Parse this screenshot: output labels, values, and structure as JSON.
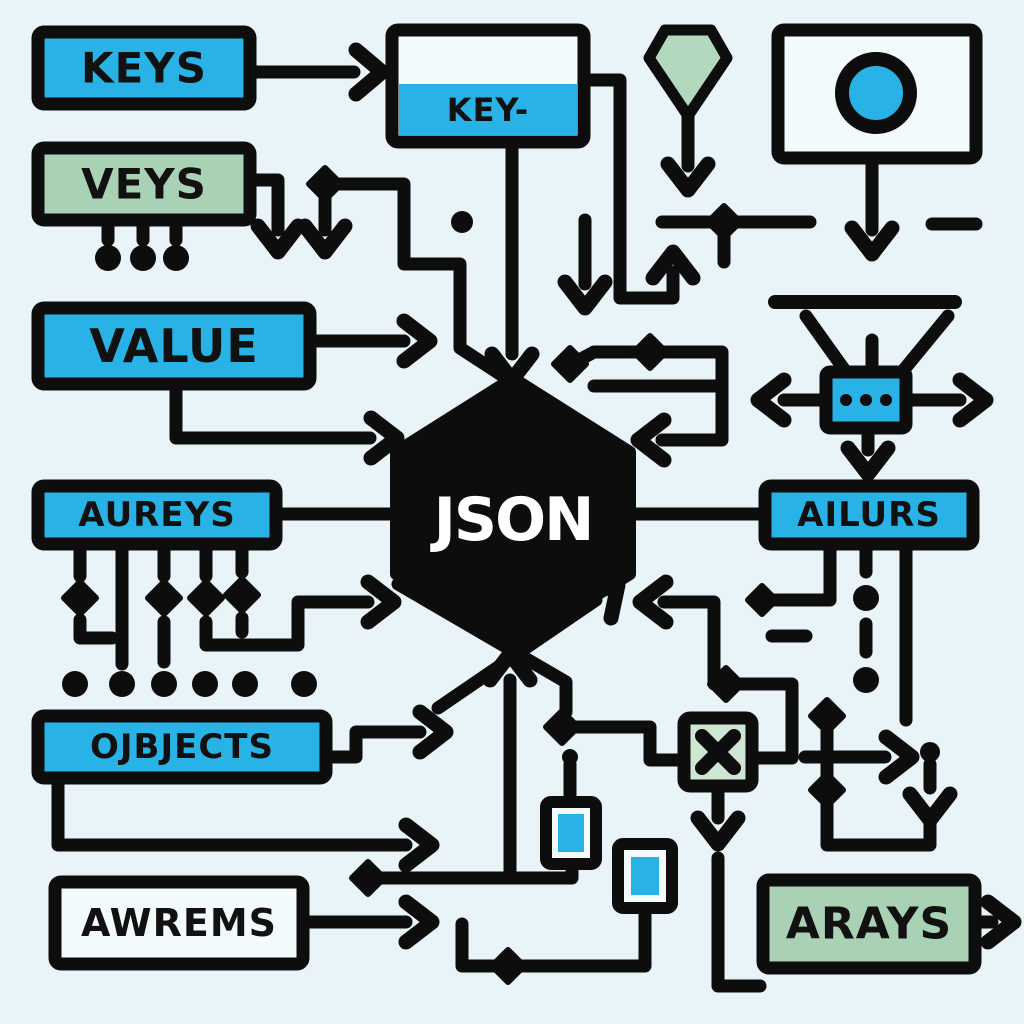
{
  "diagram": {
    "type": "flowchart",
    "background": "#e9f4f8",
    "colors": {
      "box_blue": "#29b2e6",
      "box_green": "#a9d2b4",
      "box_green_light": "#cfe7d2",
      "box_white": "#f3fafc",
      "line_black": "#0d0d0d"
    },
    "center_node": {
      "label": "JSON",
      "shape": "hexagon"
    },
    "boxes": {
      "keys": "KEYS",
      "veys": "VEYS",
      "key_dash": "KEY-",
      "value": "VALUE",
      "aureys": "AUREYS",
      "ailurs": "AILURS",
      "objects": "OJBJECTS",
      "awrems": "AWREMS",
      "arays": "ARAYS"
    },
    "markers": {
      "ellipsis": "•••",
      "cross": "×",
      "circle_node": "circle",
      "gem_node": "diamond-gem"
    }
  }
}
